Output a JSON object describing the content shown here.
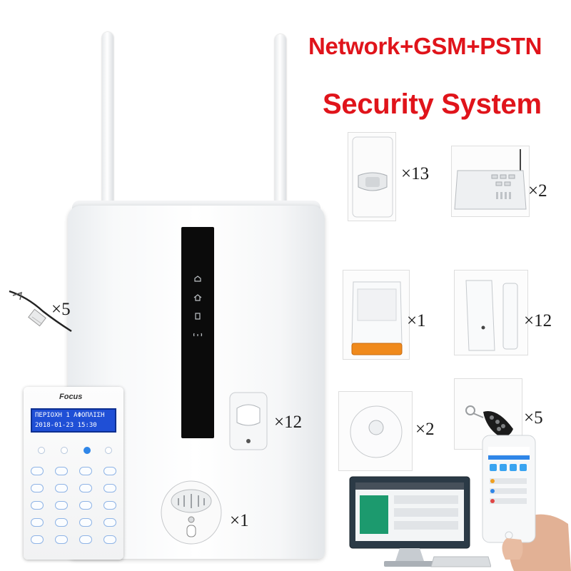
{
  "headline": {
    "line1": "Network+GSM+PSTN",
    "line2": "Security System"
  },
  "keypad": {
    "brand": "Focus",
    "screen_line1": "ΠΕΡΙΟΧΗ 1 ΑΦΟΠΛΙΣΗ",
    "screen_line2": "2018-01-23  15:30"
  },
  "accessories": [
    {
      "name": "pir-motion-detector",
      "quantity": "×13"
    },
    {
      "name": "wireless-repeater",
      "quantity": "×2"
    },
    {
      "name": "outdoor-strobe-siren",
      "quantity": "×1"
    },
    {
      "name": "door-window-sensor",
      "quantity": "×12"
    },
    {
      "name": "smoke-detector-round",
      "quantity": "×2"
    },
    {
      "name": "remote-keyfob",
      "quantity": "×5"
    },
    {
      "name": "temperature-sensor-probe",
      "quantity": "×5"
    },
    {
      "name": "mini-pir-detector",
      "quantity": "×12"
    },
    {
      "name": "ceiling-smoke-detector",
      "quantity": "×1"
    }
  ],
  "colors": {
    "headline": "#e0141b",
    "keypad_screen": "#1f4fd6",
    "strobe": "#f08a1c",
    "app_accent": "#2f86e8"
  }
}
